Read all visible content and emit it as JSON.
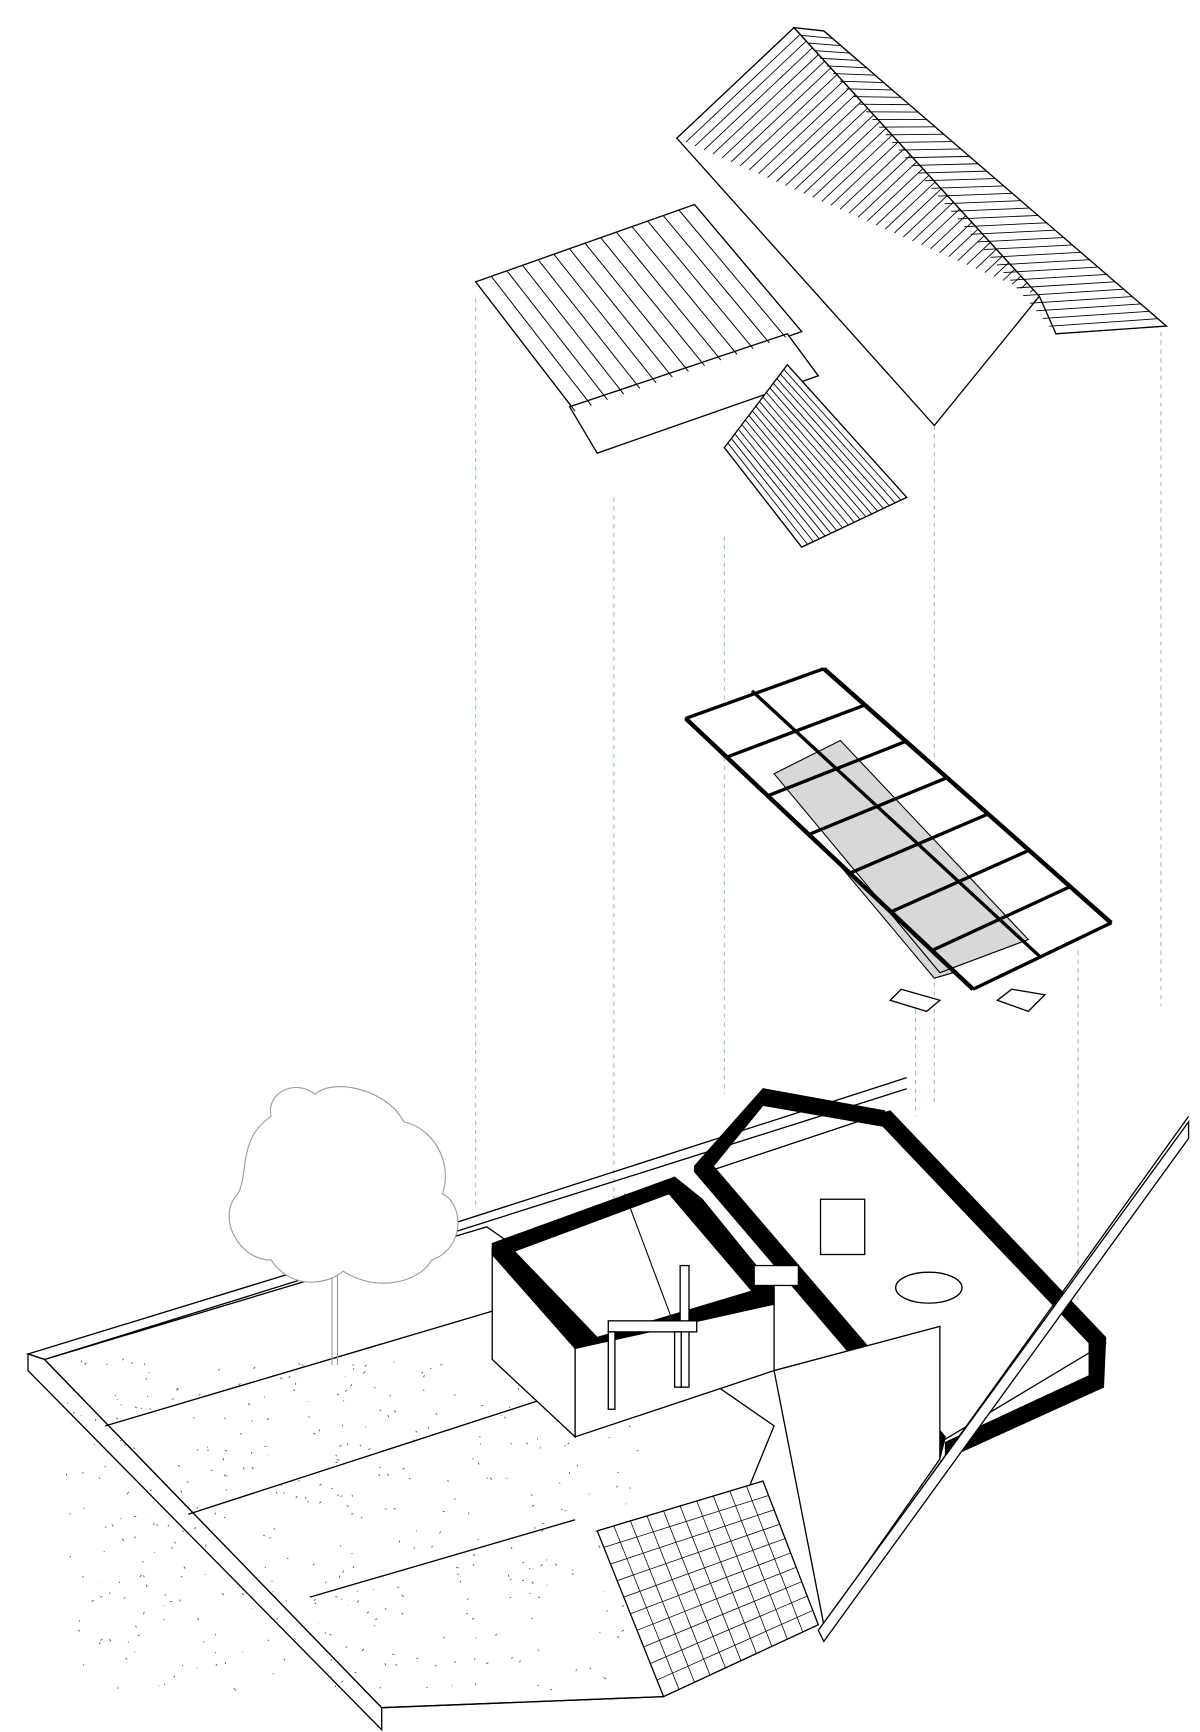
{
  "drawing": {
    "type": "exploded-axonometric",
    "components": [
      "main-roof",
      "secondary-roof",
      "roof-frame-structure",
      "house-base",
      "garden-yard",
      "tree"
    ]
  },
  "colors": {
    "line": "#000000",
    "projection_line": "#8fc7cf",
    "tree": "#9a9a9a",
    "background": "#ffffff"
  }
}
